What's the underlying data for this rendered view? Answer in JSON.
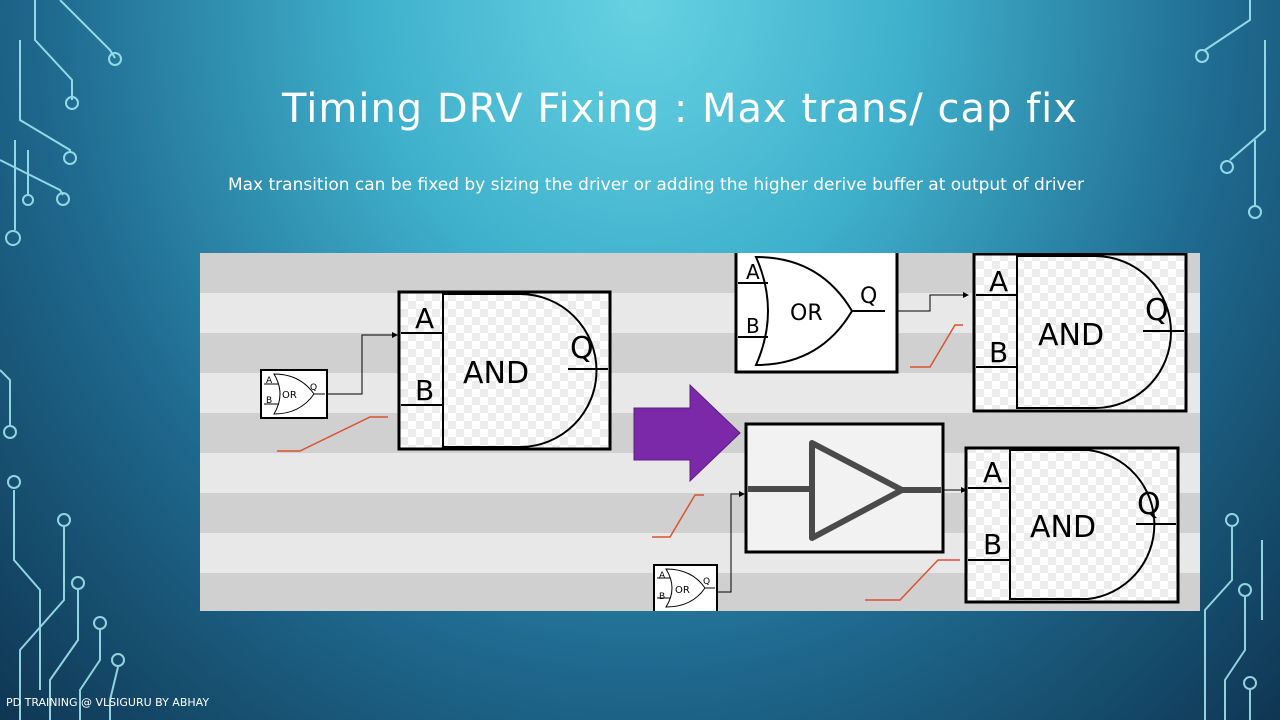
{
  "slide": {
    "title": "Timing DRV Fixing : Max trans/ cap fix",
    "subtitle": "Max transition can be fixed by sizing the driver or adding the higher derive buffer at output of driver",
    "footer": "PD TRAINING @ VLSIGURU BY ABHAY"
  },
  "gates": {
    "and_before": {
      "type": "AND",
      "a": "A",
      "b": "B",
      "q": "Q"
    },
    "or_before_small": {
      "type": "OR",
      "a": "A",
      "b": "B",
      "q": "Q"
    },
    "or_after_large": {
      "type": "OR",
      "a": "A",
      "b": "B",
      "q": "Q"
    },
    "and_after_top": {
      "type": "AND",
      "a": "A",
      "b": "B",
      "q": "Q"
    },
    "and_after_bottom": {
      "type": "AND",
      "a": "A",
      "b": "B",
      "q": "Q"
    },
    "or_after_small": {
      "type": "OR",
      "a": "A",
      "b": "B",
      "q": "Q"
    }
  },
  "colors": {
    "arrow": "#7b29a8",
    "annotation_line": "#d9532f",
    "background_accent": "#3fb0cc"
  },
  "icons": [
    "right-arrow-icon",
    "buffer-icon"
  ]
}
